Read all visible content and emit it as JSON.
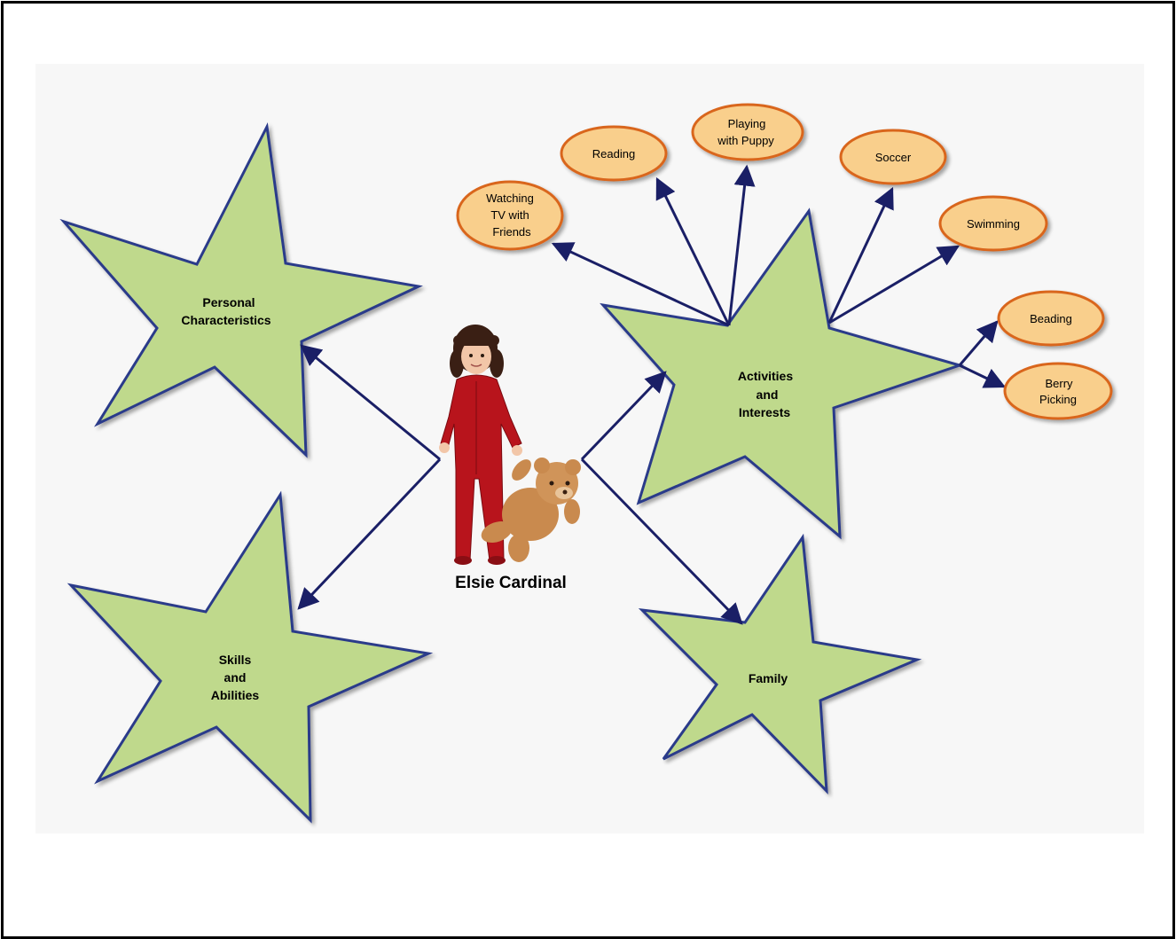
{
  "center": {
    "name": "Elsie Cardinal"
  },
  "stars": {
    "personal": {
      "line1": "Personal",
      "line2": "Characteristics"
    },
    "skills": {
      "line1": "Skills",
      "line2": "and",
      "line3": "Abilities"
    },
    "activities": {
      "line1": "Activities",
      "line2": "and",
      "line3": "Interests"
    },
    "family": {
      "line1": "Family"
    }
  },
  "activities": {
    "watching_tv": {
      "line1": "Watching",
      "line2": "TV with",
      "line3": "Friends"
    },
    "reading": {
      "line1": "Reading"
    },
    "playing_puppy": {
      "line1": "Playing",
      "line2": "with Puppy"
    },
    "soccer": {
      "line1": "Soccer"
    },
    "swimming": {
      "line1": "Swimming"
    },
    "beading": {
      "line1": "Beading"
    },
    "berry_picking": {
      "line1": "Berry",
      "line2": "Picking"
    }
  },
  "colors": {
    "star_fill": "#bfd98c",
    "star_stroke": "#2a3a8a",
    "oval_fill": "#f9cf8c",
    "oval_stroke": "#d9661f",
    "arrow": "#1a1f66",
    "pajamas": "#b8141c",
    "bear": "#c98a4e"
  }
}
